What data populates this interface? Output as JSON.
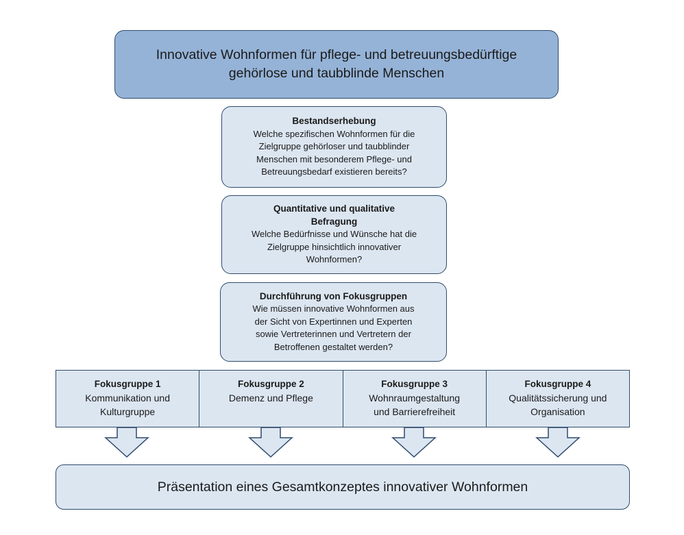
{
  "title": {
    "line1": "Innovative Wohnformen für pflege- und betreuungsbedürftige",
    "line2": "gehörlose und taubblinde Menschen"
  },
  "steps": [
    {
      "heading": [
        "Bestandserhebung"
      ],
      "lines": [
        "Welche spezifischen Wohnformen für die",
        "Zielgruppe gehörloser und taubblinder",
        "Menschen mit besonderem Pflege- und",
        "Betreuungsbedarf existieren bereits?"
      ]
    },
    {
      "heading": [
        "Quantitative und qualitative",
        "Befragung"
      ],
      "lines": [
        "Welche Bedürfnisse und Wünsche hat die",
        "Zielgruppe hinsichtlich innovativer",
        "Wohnformen?"
      ]
    },
    {
      "heading": [
        "Durchführung von Fokusgruppen"
      ],
      "lines": [
        "Wie müssen innovative Wohnformen aus",
        "der Sicht von Expertinnen und Experten",
        "sowie Vertreterinnen und Vertretern der",
        "Betroffenen gestaltet werden?"
      ]
    }
  ],
  "focus_groups": [
    {
      "title": "Fokusgruppe 1",
      "lines": [
        "Kommunikation und",
        "Kulturgruppe"
      ]
    },
    {
      "title": "Fokusgruppe 2",
      "lines": [
        "Demenz und Pflege",
        ""
      ]
    },
    {
      "title": "Fokusgruppe 3",
      "lines": [
        "Wohnraumgestaltung",
        "und Barrierefreiheit"
      ]
    },
    {
      "title": "Fokusgruppe 4",
      "lines": [
        "Qualitätssicherung und",
        "Organisation"
      ]
    }
  ],
  "final": {
    "label": "Präsentation eines Gesamtkonzeptes innovativer Wohnformen"
  },
  "colors": {
    "title_fill": "#95b3d7",
    "box_fill": "#dce6f1",
    "border": "#2e4a6b"
  }
}
